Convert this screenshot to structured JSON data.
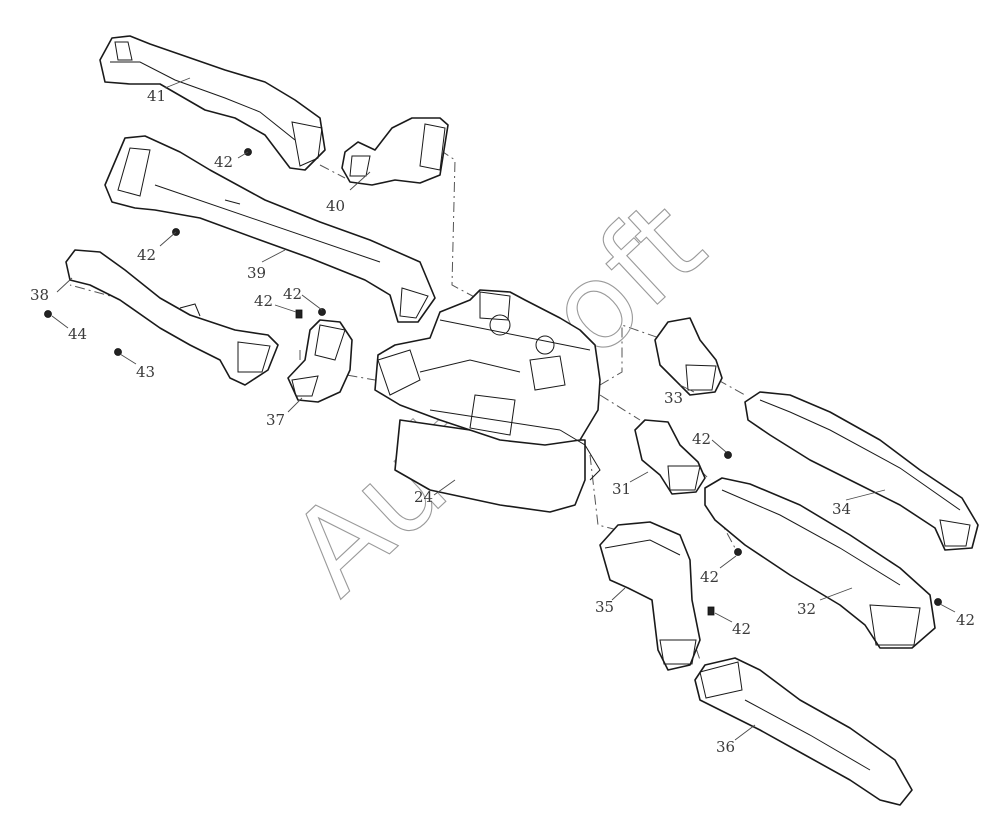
{
  "diagram": {
    "watermark": "AutoSoft",
    "callouts": [
      "41",
      "42",
      "40",
      "39",
      "42",
      "38",
      "42",
      "42",
      "44",
      "43",
      "37",
      "24",
      "33",
      "42",
      "31",
      "34",
      "42",
      "32",
      "35",
      "42",
      "42",
      "36"
    ]
  }
}
